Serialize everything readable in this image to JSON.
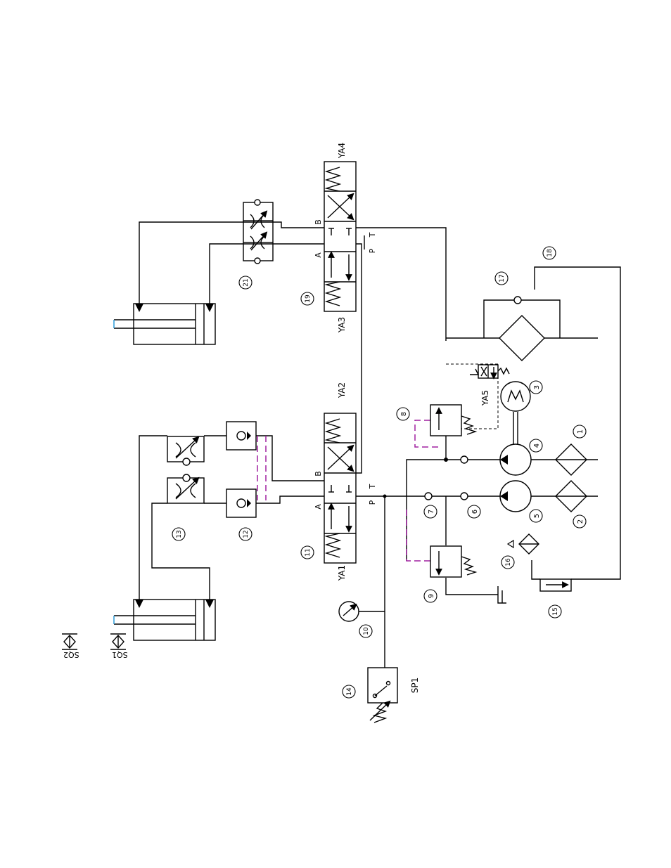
{
  "components": {
    "c1": "1",
    "c2": "2",
    "c3": "3",
    "c4": "4",
    "c5": "5",
    "c6": "6",
    "c7": "7",
    "c8": "8",
    "c9": "9",
    "c10": "10",
    "c11": "11",
    "c12": "12",
    "c13": "13",
    "c14": "14",
    "c15": "15",
    "c16": "16",
    "c17": "17",
    "c18": "18",
    "c19": "19",
    "c21": "21"
  },
  "solenoids": {
    "ya1": "YA1",
    "ya2": "YA2",
    "ya3": "YA3",
    "ya4": "YA4",
    "ya5": "YA5"
  },
  "pressure_switch": "SP1",
  "limit_switches": {
    "sq1": "SQ1",
    "sq2": "SQ2"
  },
  "ports": {
    "a": "A",
    "b": "B",
    "p": "P",
    "t": "T"
  },
  "colors": {
    "line": "#000000",
    "pilot_line": "#a020a0",
    "piston_rod": "#2a9ad8"
  }
}
